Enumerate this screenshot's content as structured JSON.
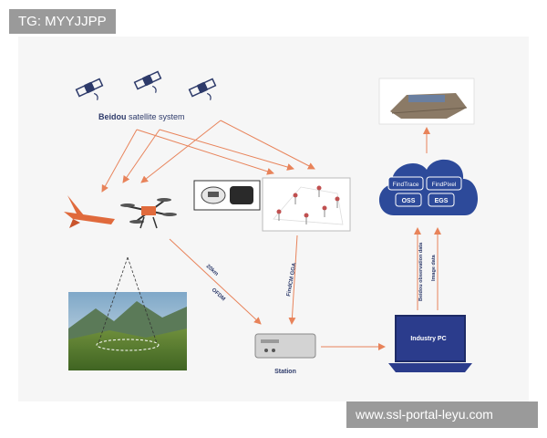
{
  "watermark_top": "TG: MYYJJPP",
  "watermark_bottom": "www.ssl-portal-leyu.com",
  "satellite_label_bold": "Beidou",
  "satellite_label_rest": " satellite system",
  "cloud_buttons": [
    "FindTrace",
    "FindPixel",
    "OSS",
    "EGS"
  ],
  "link_20km": "20km",
  "link_ofdm": "OFDM",
  "link_findcm": "FindCM GGA",
  "link_beidou_obs": "Beidou observation data",
  "link_image_data": "Image data",
  "station_label": "Station",
  "pc_label": "Industry PC",
  "colors": {
    "arrow": "#e8835a",
    "cloud": "#2d4a9a",
    "screen": "#2b3c8c"
  }
}
